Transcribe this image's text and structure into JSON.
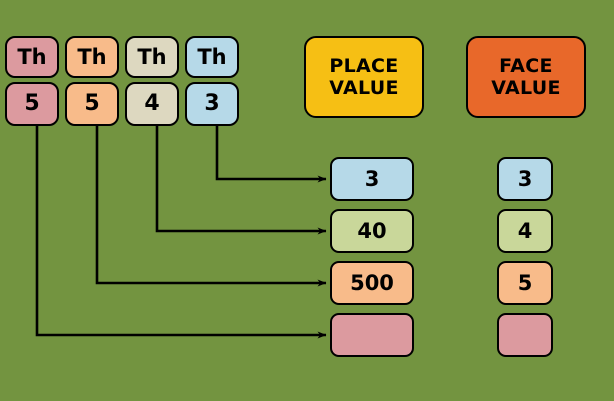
{
  "background_color": "#739440",
  "stroke_color": "#000000",
  "palette": {
    "rose": "#dc9a9f",
    "peach": "#f8bb8a",
    "beige": "#ddd8c0",
    "blue": "#b6d9e8",
    "green": "#c9d79a",
    "yellow": "#f6bf14",
    "orange": "#e8682a"
  },
  "digit_grid": {
    "columns": [
      {
        "header": "Th",
        "digit": "5",
        "color": "#dc9a9f"
      },
      {
        "header": "Th",
        "digit": "5",
        "color": "#f8bb8a"
      },
      {
        "header": "Th",
        "digit": "4",
        "color": "#ddd8c0"
      },
      {
        "header": "Th",
        "digit": "3",
        "color": "#b6d9e8"
      }
    ]
  },
  "place_value": {
    "heading_line1": "PLACE",
    "heading_line2": "VALUE",
    "heading_color": "#f6bf14",
    "boxes": [
      {
        "value": "3",
        "color": "#b6d9e8"
      },
      {
        "value": "40",
        "color": "#c9d79a"
      },
      {
        "value": "500",
        "color": "#f8bb8a"
      },
      {
        "value": "",
        "color": "#dc9a9f"
      }
    ]
  },
  "face_value": {
    "heading_line1": "FACE",
    "heading_line2": "VALUE",
    "heading_color": "#e8682a",
    "boxes": [
      {
        "value": "3",
        "color": "#b6d9e8"
      },
      {
        "value": "4",
        "color": "#c9d79a"
      },
      {
        "value": "5",
        "color": "#f8bb8a"
      },
      {
        "value": "",
        "color": "#dc9a9f"
      }
    ]
  },
  "connectors": [
    {
      "from_column": 3,
      "to_box": 0
    },
    {
      "from_column": 2,
      "to_box": 1
    },
    {
      "from_column": 1,
      "to_box": 2
    },
    {
      "from_column": 0,
      "to_box": 3
    }
  ]
}
